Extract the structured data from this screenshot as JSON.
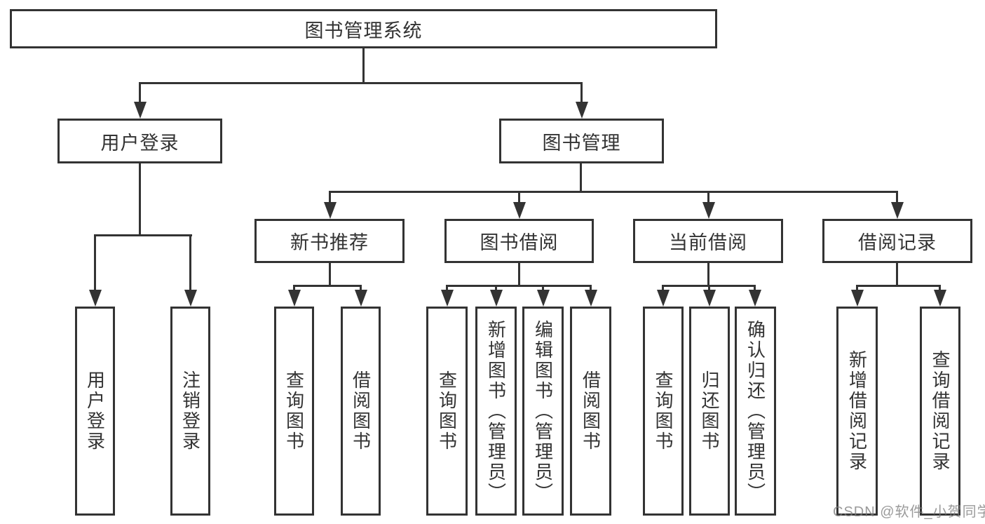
{
  "diagram": {
    "root": "图书管理系统",
    "branches": [
      {
        "label": "用户登录",
        "children": [
          "用户登录",
          "注销登录"
        ]
      },
      {
        "label": "图书管理",
        "groups": [
          {
            "label": "新书推荐",
            "children": [
              "查询图书",
              "借阅图书"
            ]
          },
          {
            "label": "图书借阅",
            "children": [
              "查询图书",
              "新增图书（管理员）",
              "编辑图书（管理员）",
              "借阅图书"
            ]
          },
          {
            "label": "当前借阅",
            "children": [
              "查询图书",
              "归还图书",
              "确认归还（管理员）"
            ]
          },
          {
            "label": "借阅记录",
            "children": [
              "新增借阅记录",
              "查询借阅记录"
            ]
          }
        ]
      }
    ]
  },
  "watermark": "CSDN @软件_小贺同学",
  "colors": {
    "line": "#333333",
    "background": "#ffffff",
    "watermark": "#7d7d7d"
  }
}
